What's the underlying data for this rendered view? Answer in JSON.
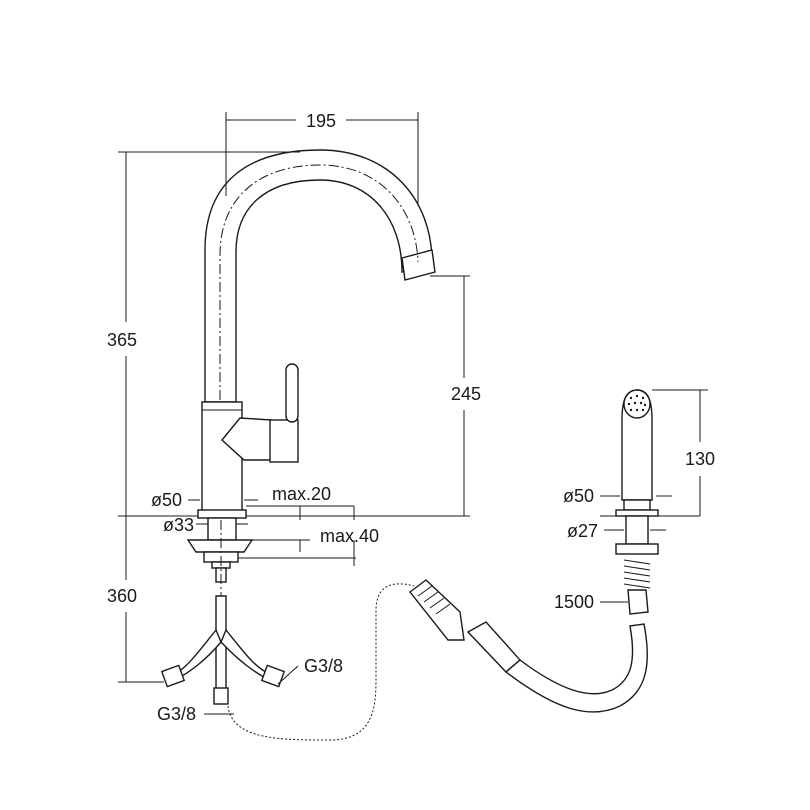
{
  "dimensions": {
    "spout_reach": "195",
    "total_height": "365",
    "spout_height": "245",
    "below_counter": "360",
    "base_diameter": "ø50",
    "stem_diameter": "ø33",
    "max_counter_thickness": "max.20",
    "max_clamp": "max.40",
    "hose_connection_left": "G3/8",
    "hose_connection_bottom": "G3/8",
    "shower_height": "130",
    "shower_base_diameter": "ø50",
    "shower_stem_diameter": "ø27",
    "shower_hose_length": "1500"
  }
}
